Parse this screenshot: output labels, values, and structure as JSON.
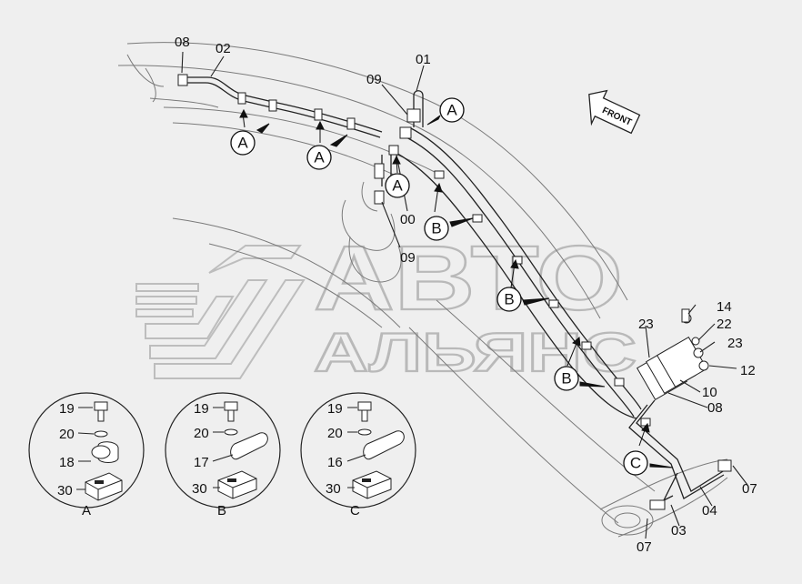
{
  "watermark": {
    "line1": "АВТО",
    "line2": "АЛЬЯНС"
  },
  "direction_label": "FRONT",
  "callouts": [
    {
      "id": "08",
      "text": "08"
    },
    {
      "id": "02",
      "text": "02"
    },
    {
      "id": "01",
      "text": "01"
    },
    {
      "id": "09a",
      "text": "09"
    },
    {
      "id": "00",
      "text": "00"
    },
    {
      "id": "09b",
      "text": "09"
    },
    {
      "id": "14",
      "text": "14"
    },
    {
      "id": "22",
      "text": "22"
    },
    {
      "id": "23a",
      "text": "23"
    },
    {
      "id": "23b",
      "text": "23"
    },
    {
      "id": "12",
      "text": "12"
    },
    {
      "id": "10",
      "text": "10"
    },
    {
      "id": "08b",
      "text": "08"
    },
    {
      "id": "07a",
      "text": "07"
    },
    {
      "id": "04",
      "text": "04"
    },
    {
      "id": "03",
      "text": "03"
    },
    {
      "id": "07b",
      "text": "07"
    }
  ],
  "clamp_markers": [
    {
      "id": "A1",
      "text": "A"
    },
    {
      "id": "A2",
      "text": "A"
    },
    {
      "id": "A3",
      "text": "A"
    },
    {
      "id": "A4",
      "text": "A"
    },
    {
      "id": "B1",
      "text": "B"
    },
    {
      "id": "B2",
      "text": "B"
    },
    {
      "id": "B3",
      "text": "B"
    },
    {
      "id": "C1",
      "text": "C"
    }
  ],
  "details": [
    {
      "id": "A",
      "caption": "A",
      "parts": [
        "19",
        "20",
        "18",
        "30"
      ]
    },
    {
      "id": "B",
      "caption": "B",
      "parts": [
        "19",
        "20",
        "17",
        "30"
      ]
    },
    {
      "id": "C",
      "caption": "C",
      "parts": [
        "19",
        "20",
        "16",
        "30"
      ]
    }
  ]
}
